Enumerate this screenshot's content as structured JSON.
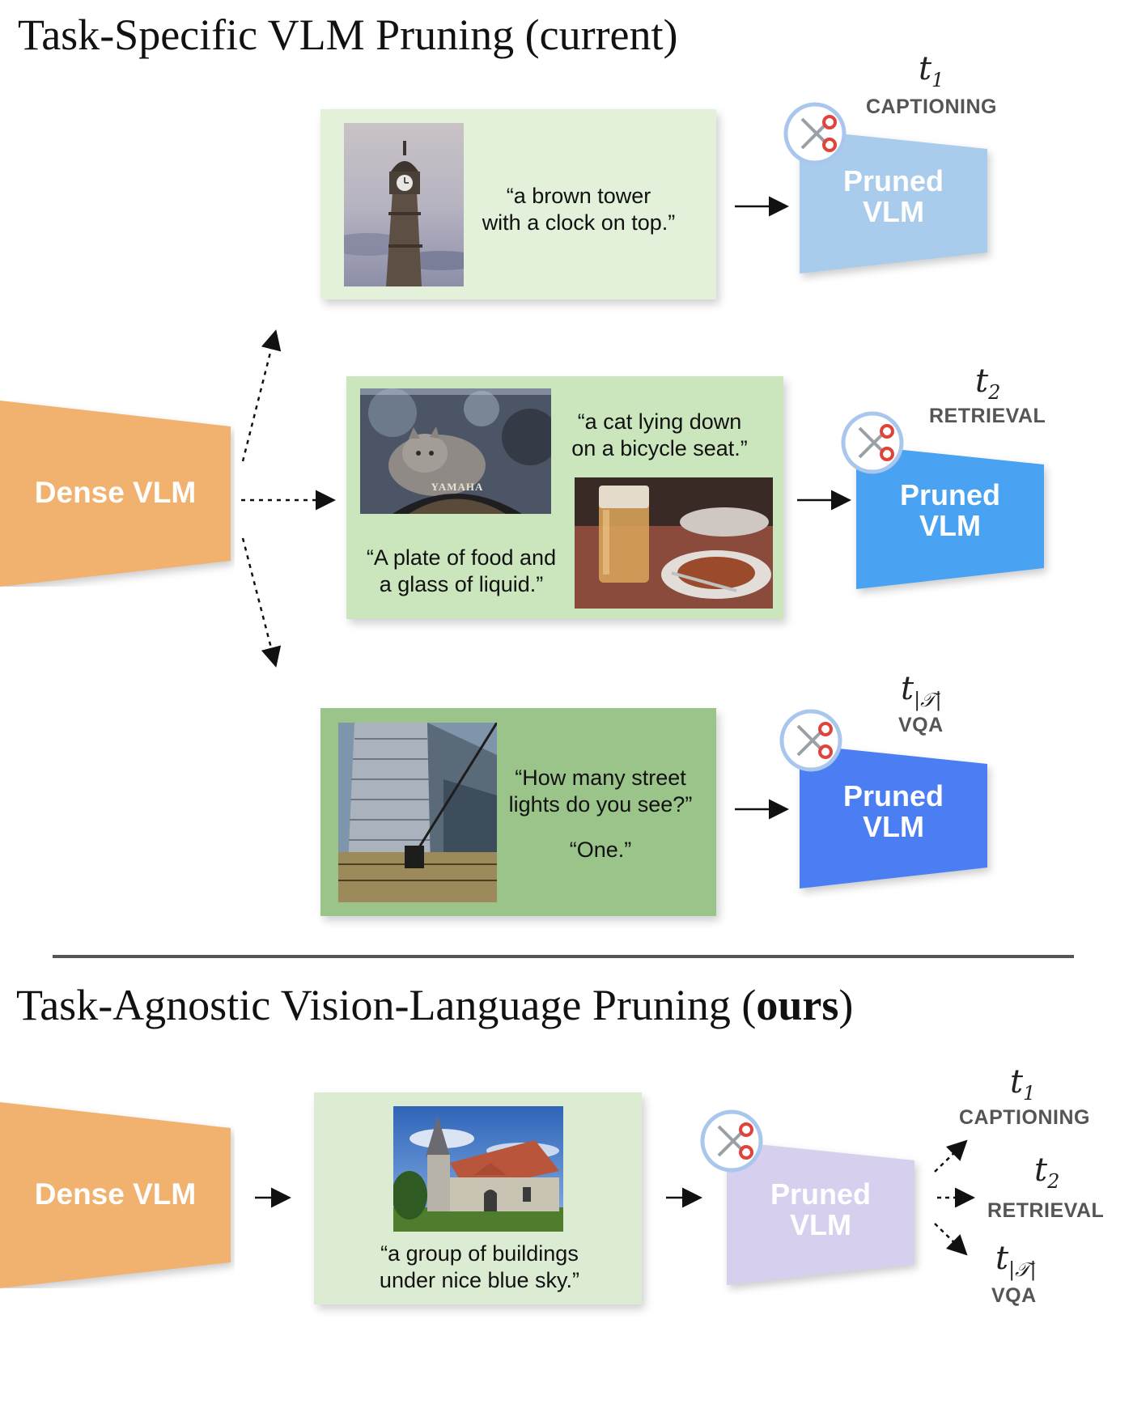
{
  "top": {
    "title": "Task-Specific VLM Pruning (current)",
    "source_model": "Dense VLM",
    "tasks": [
      {
        "var": "t",
        "sub": "1",
        "name": "CAPTIONING",
        "captions": [
          "“a brown tower\nwith a clock on top.”"
        ],
        "model": "Pruned\nVLM",
        "model_color": "#a9ccec",
        "panel_color": "#e3f0da",
        "image_icons": [
          "clock-tower-photo"
        ]
      },
      {
        "var": "t",
        "sub": "2",
        "name": "RETRIEVAL",
        "captions": [
          "“a cat lying down\non a bicycle seat.”",
          "“A plate of food and\na glass of liquid.”"
        ],
        "image_text": "YAMAHA",
        "model": "Pruned\nVLM",
        "model_color": "#4aa2f2",
        "panel_color": "#cbe6bc",
        "image_icons": [
          "cat-on-motorbike-photo",
          "beer-and-food-photo"
        ]
      },
      {
        "var": "t",
        "sub": "|𝒯|",
        "name": "VQA",
        "captions": [
          "“How many street\nlights do you see?”",
          "“One.”"
        ],
        "model": "Pruned\nVLM",
        "model_color": "#4c7ef3",
        "panel_color": "#9ac48a",
        "image_icons": [
          "skyscraper-photo"
        ]
      }
    ]
  },
  "bottom": {
    "title_plain": "Task-Agnostic Vision-Language Pruning (",
    "title_bold": "ours",
    "title_end": ")",
    "source_model": "Dense VLM",
    "caption": "“a group of buildings\nunder nice blue sky.”",
    "model": "Pruned\nVLM",
    "model_color": "#d6d0ee",
    "panel_color": "#dcecd3",
    "image_icons": [
      "church-photo"
    ],
    "tasks": [
      {
        "var": "t",
        "sub": "1",
        "name": "CAPTIONING"
      },
      {
        "var": "t",
        "sub": "2",
        "name": "RETRIEVAL"
      },
      {
        "var": "t",
        "sub": "|𝒯|",
        "name": "VQA"
      }
    ]
  },
  "colors": {
    "dense": "#f2b26f",
    "scissors_ring": "#a9c6ec",
    "scissors_red": "#e0433a"
  },
  "icons": [
    "scissors-icon",
    "arrow-icon",
    "dotted-arrow-icon"
  ]
}
